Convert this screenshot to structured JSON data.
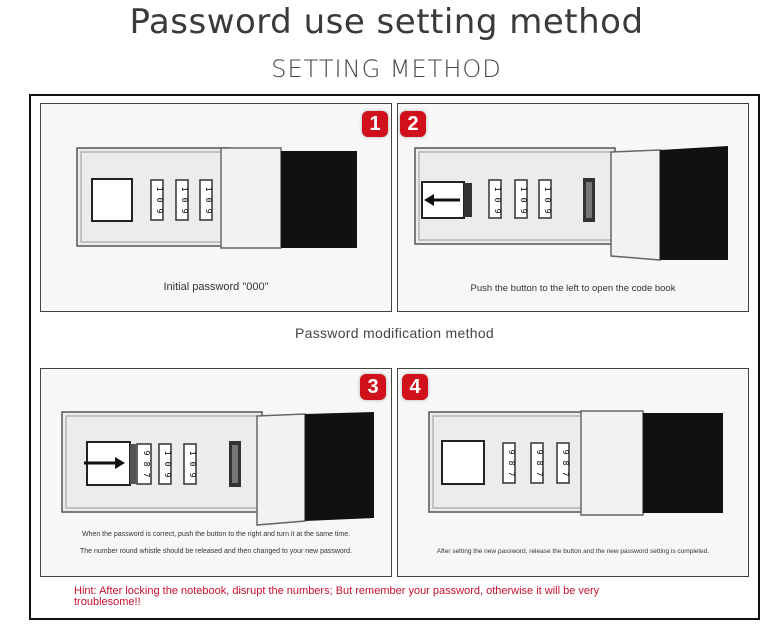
{
  "header": {
    "title": "Password use setting method",
    "subtitle": "SETTING METHOD"
  },
  "middle_label": "Password modification method",
  "panels": [
    {
      "number": "1",
      "captions": [
        "Initial password \"000\""
      ],
      "dial_digits": [
        "1",
        "0",
        "9"
      ]
    },
    {
      "number": "2",
      "captions": [
        "Push the button to the left to open the code book"
      ],
      "dial_digits": [
        "1",
        "0",
        "9"
      ]
    },
    {
      "number": "3",
      "captions": [
        "When the password is correct, push the button to the right and turn it at the same time.",
        "The number round whistle should be released and then changed to your new password."
      ],
      "dial_digits": [
        "9",
        "8",
        "7"
      ]
    },
    {
      "number": "4",
      "captions": [
        "After setting the new password, release the button and the new password setting is completed."
      ],
      "dial_digits": [
        "9",
        "8",
        "7"
      ]
    }
  ],
  "hint": "Hint: After locking the notebook, disrupt the numbers; But remember your password, otherwise it will be very troublesome!!",
  "colors": {
    "badge": "#d0101a",
    "hint": "#c8102e"
  }
}
